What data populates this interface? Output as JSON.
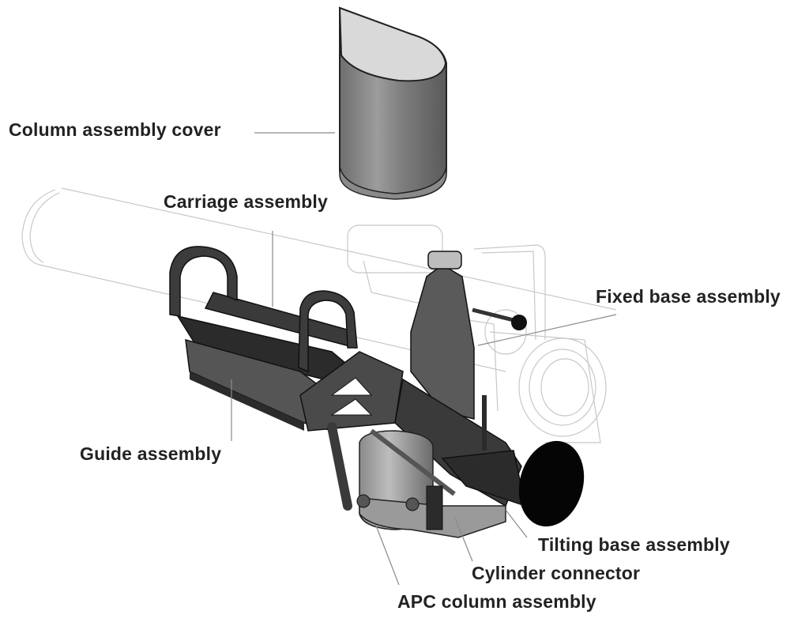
{
  "figure": {
    "title": "APC mount exploded view",
    "colors": {
      "label_text": "#222222",
      "leader_line": "#8a8a8a",
      "ghost_outline": "#c8c8c8",
      "dark_part": "#2b2b2b",
      "mid_part": "#7a7a7a",
      "light_part": "#d6d6d6"
    }
  },
  "labels": {
    "column_cover": "Column assembly cover",
    "carriage": "Carriage assembly",
    "fixed_base": "Fixed base assembly",
    "guide": "Guide assembly",
    "tilting_base": "Tilting base assembly",
    "cylinder_connector": "Cylinder connector",
    "apc_column": "APC column assembly"
  }
}
